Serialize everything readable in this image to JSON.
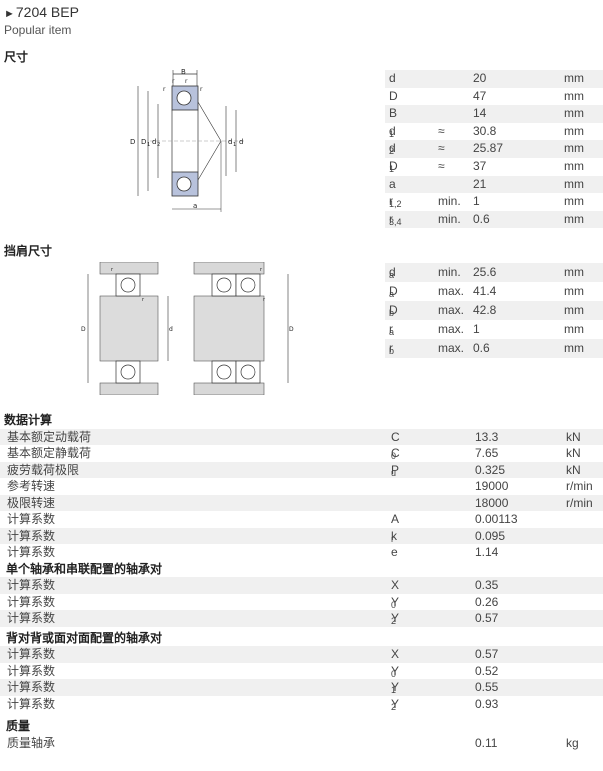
{
  "header": {
    "arrow": "►",
    "title": "7204 BEP",
    "subtitle": "Popular item"
  },
  "sections": {
    "dimensions": "尺寸",
    "abutment": "挡肩尺寸",
    "calculation": "数据计算",
    "single": "单个轴承和串联配置的轴承对",
    "back_face": "背对背或面对面配置的轴承对",
    "mass": "质量"
  },
  "diagram_labels": {
    "B": "B",
    "D": "D",
    "D1": "D",
    "d1": "d",
    "d2": "d",
    "d": "d",
    "a": "a",
    "r1": "r",
    "r2": "r",
    "r3": "r",
    "r4": "r",
    "ra": "r",
    "rb": "r",
    "Da": "D",
    "da": "d",
    "Db": "D"
  },
  "dimensions": [
    {
      "sym": "d",
      "sub": "",
      "q": "",
      "val": "20",
      "unit": "mm"
    },
    {
      "sym": "D",
      "sub": "",
      "q": "",
      "val": "47",
      "unit": "mm"
    },
    {
      "sym": "B",
      "sub": "",
      "q": "",
      "val": "14",
      "unit": "mm"
    },
    {
      "sym": "d",
      "sub": "1",
      "q": "≈",
      "val": "30.8",
      "unit": "mm"
    },
    {
      "sym": "d",
      "sub": "2",
      "q": "≈",
      "val": "25.87",
      "unit": "mm"
    },
    {
      "sym": "D",
      "sub": "1",
      "q": "≈",
      "val": "37",
      "unit": "mm"
    },
    {
      "sym": "a",
      "sub": "",
      "q": "",
      "val": "21",
      "unit": "mm"
    },
    {
      "sym": "r",
      "sub": "1,2",
      "q": "min.",
      "val": "1",
      "unit": "mm"
    },
    {
      "sym": "r",
      "sub": "3,4",
      "q": "min.",
      "val": "0.6",
      "unit": "mm"
    }
  ],
  "abutment": [
    {
      "sym": "d",
      "sub": "a",
      "q": "min.",
      "val": "25.6",
      "unit": "mm"
    },
    {
      "sym": "D",
      "sub": "a",
      "q": "max.",
      "val": "41.4",
      "unit": "mm"
    },
    {
      "sym": "D",
      "sub": "b",
      "q": "max.",
      "val": "42.8",
      "unit": "mm"
    },
    {
      "sym": "r",
      "sub": "a",
      "q": "max.",
      "val": "1",
      "unit": "mm"
    },
    {
      "sym": "r",
      "sub": "b",
      "q": "max.",
      "val": "0.6",
      "unit": "mm"
    }
  ],
  "calc": [
    {
      "label": "基本额定动载荷",
      "sym": "C",
      "sub": "",
      "val": "13.3",
      "unit": "kN"
    },
    {
      "label": "基本额定静载荷",
      "sym": "C",
      "sub": "0",
      "val": "7.65",
      "unit": "kN"
    },
    {
      "label": "疲劳载荷极限",
      "sym": "P",
      "sub": "u",
      "val": "0.325",
      "unit": "kN"
    },
    {
      "label": "参考转速",
      "sym": "",
      "sub": "",
      "val": "19000",
      "unit": "r/min"
    },
    {
      "label": "极限转速",
      "sym": "",
      "sub": "",
      "val": "18000",
      "unit": "r/min"
    },
    {
      "label": "计算系数",
      "sym": "A",
      "sub": "",
      "val": "0.00113",
      "unit": ""
    },
    {
      "label": "计算系数",
      "sym": "k",
      "sub": "r",
      "val": "0.095",
      "unit": ""
    },
    {
      "label": "计算系数",
      "sym": "e",
      "sub": "",
      "val": "1.14",
      "unit": ""
    }
  ],
  "single": [
    {
      "label": "计算系数",
      "sym": "X",
      "sub": "",
      "val": "0.35",
      "unit": ""
    },
    {
      "label": "计算系数",
      "sym": "Y",
      "sub": "0",
      "val": "0.26",
      "unit": ""
    },
    {
      "label": "计算系数",
      "sym": "Y",
      "sub": "2",
      "val": "0.57",
      "unit": ""
    }
  ],
  "back_face": [
    {
      "label": "计算系数",
      "sym": "X",
      "sub": "",
      "val": "0.57",
      "unit": ""
    },
    {
      "label": "计算系数",
      "sym": "Y",
      "sub": "0",
      "val": "0.52",
      "unit": ""
    },
    {
      "label": "计算系数",
      "sym": "Y",
      "sub": "1",
      "val": "0.55",
      "unit": ""
    },
    {
      "label": "计算系数",
      "sym": "Y",
      "sub": "2",
      "val": "0.93",
      "unit": ""
    }
  ],
  "mass": [
    {
      "label": "质量轴承",
      "sym": "",
      "sub": "",
      "val": "0.11",
      "unit": "kg"
    }
  ]
}
